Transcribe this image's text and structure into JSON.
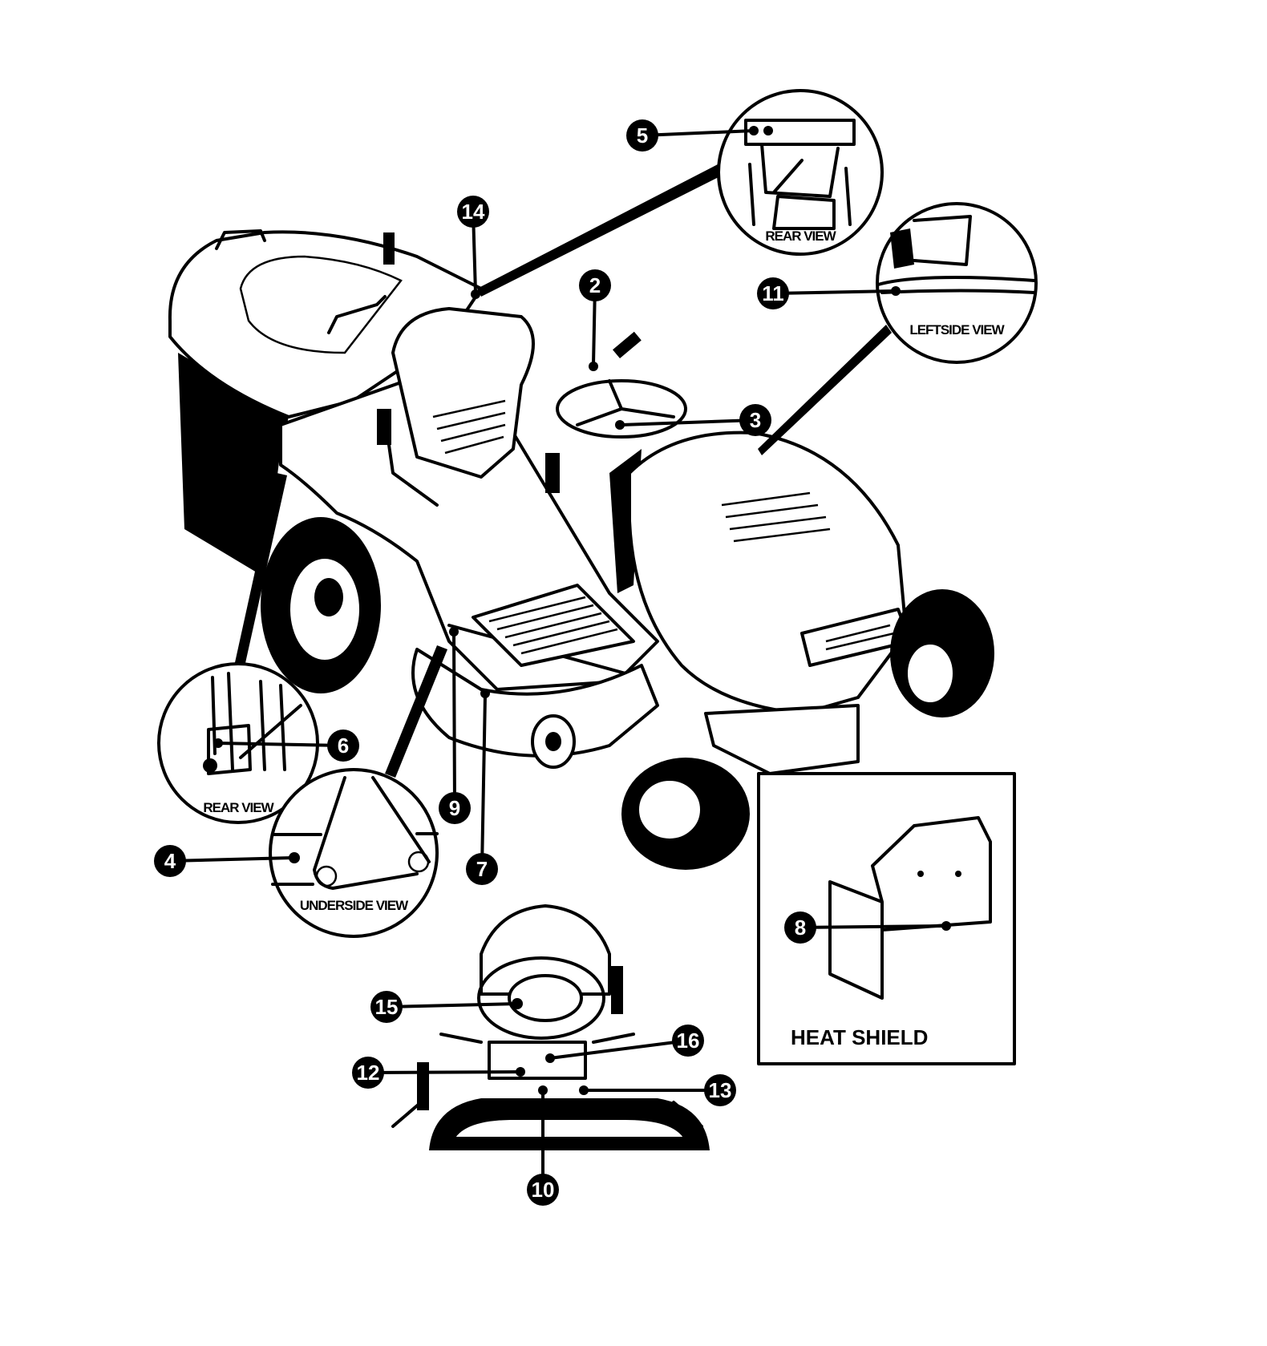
{
  "diagram": {
    "callouts": {
      "c2": "2",
      "c3": "3",
      "c4": "4",
      "c5": "5",
      "c6": "6",
      "c7": "7",
      "c8": "8",
      "c9": "9",
      "c10": "10",
      "c11": "11",
      "c12": "12",
      "c13": "13",
      "c14": "14",
      "c15": "15",
      "c16": "16"
    },
    "views": {
      "rear_view_top": "REAR VIEW",
      "leftside_view": "LEFTSIDE VIEW",
      "rear_view_left": "REAR VIEW",
      "underside_view": "UNDERSIDE VIEW"
    },
    "heat_shield_label": "HEAT SHIELD"
  }
}
